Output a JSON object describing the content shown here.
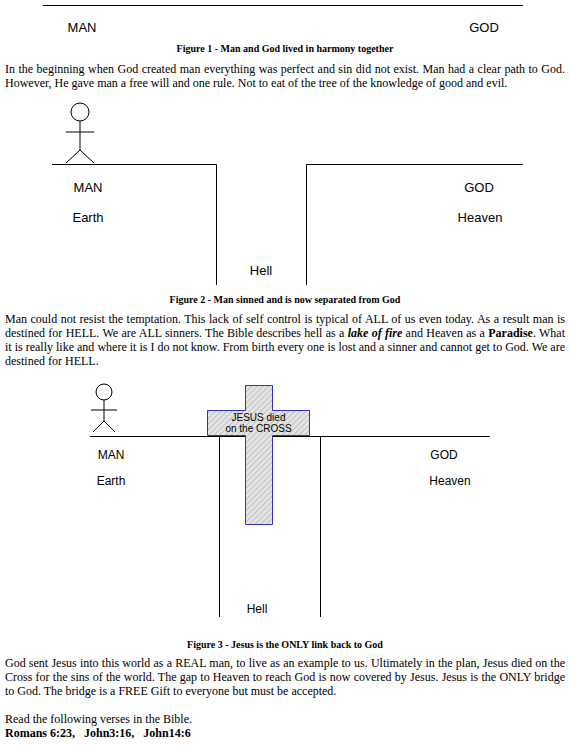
{
  "diagram": {
    "nodes": [
      {
        "text": [
          "JESUS died on the CROSS"
        ]
      }
    ],
    "labels": [
      "MAN",
      "GOD",
      "Figure 1 - Man and God lived in harmony together",
      "In the beginning when God created man everything was perfect and sin did not exist. Man had a clear path to God. However, He gave man a free will and one rule. Not to eat of the tree of the knowledge of good and evil.",
      "MAN",
      "GOD",
      "Earth",
      "Heaven",
      "Hell",
      "Figure 2 - Man sinned and is now separated from God",
      "Man could not resist the temptation. This lack of self control is typical of ALL of us even today. As a result man is destined for HELL. We are ALL sinners. The Bible describes hell as a",
      "lake of fire",
      "and Heaven as a",
      "Paradise",
      ". What it is really like and where it is I do not know. From birth every one is lost and a sinner and cannot get to God. We are destined for HELL.",
      "MAN",
      "GOD",
      "Earth",
      "Heaven",
      "Hell",
      "Figure 3 - Jesus is the ONLY link back to God",
      "God sent Jesus into this world as a REAL man, to live as an example to us. Ultimately in the plan, Jesus died on the Cross for the sins of the world. The gap to Heaven to reach God is now covered by Jesus. Jesus is the ONLY bridge to God. The bridge is a FREE Gift to everyone but must be accepted.",
      "Read the following verses in the Bible.",
      "Romans 6:23,   John3:16,   John14:6"
    ]
  }
}
